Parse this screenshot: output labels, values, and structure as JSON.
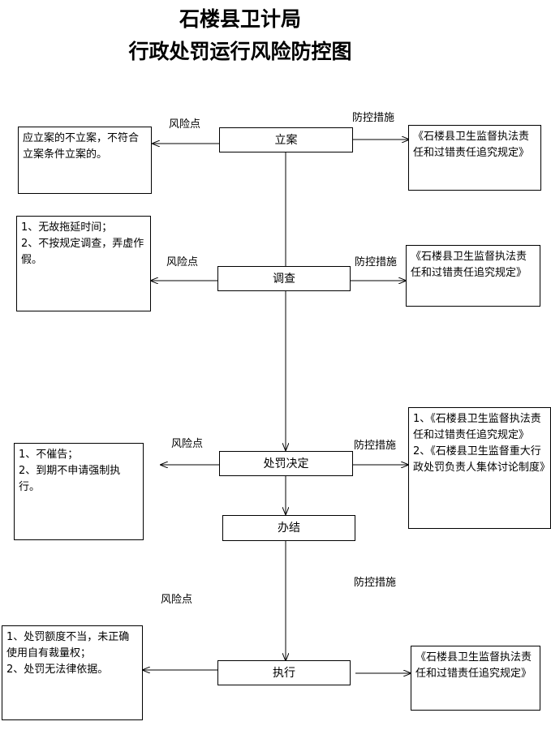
{
  "title": {
    "line1": "石楼县卫计局",
    "line2": "行政处罚运行风险防控图"
  },
  "labels": {
    "risk": "风险点",
    "measure": "防控措施"
  },
  "steps": {
    "lian": "立案",
    "diaocha": "调查",
    "chufa": "处罚决定",
    "banjie": "办结",
    "zhixing": "执行"
  },
  "risks": {
    "lian": [
      "应立案的不立案，不符合立案条件立案的。"
    ],
    "diaocha": [
      "1、无故拖延时间；",
      "2、不按规定调查，弄虚作假。"
    ],
    "chufa": [
      "1、不催告；",
      "2、到期不申请强制执行。"
    ],
    "zhixing": [
      "1、处罚额度不当，未正确使用自有裁量权；",
      "2、处罚无法律依据。"
    ]
  },
  "measures": {
    "lian": [
      "《石楼县卫生监督执法责任和过错责任追究规定》"
    ],
    "diaocha": [
      "《石楼县卫生监督执法责任和过错责任追究规定》"
    ],
    "chufa": [
      "1、《石楼县卫生监督执法责任和过错责任追究规定》",
      "2、《石楼县卫生监督重大行政处罚负责人集体讨论制度》"
    ],
    "zhixing": [
      "《石楼县卫生监督执法责任和过错责任追究规定》"
    ]
  }
}
